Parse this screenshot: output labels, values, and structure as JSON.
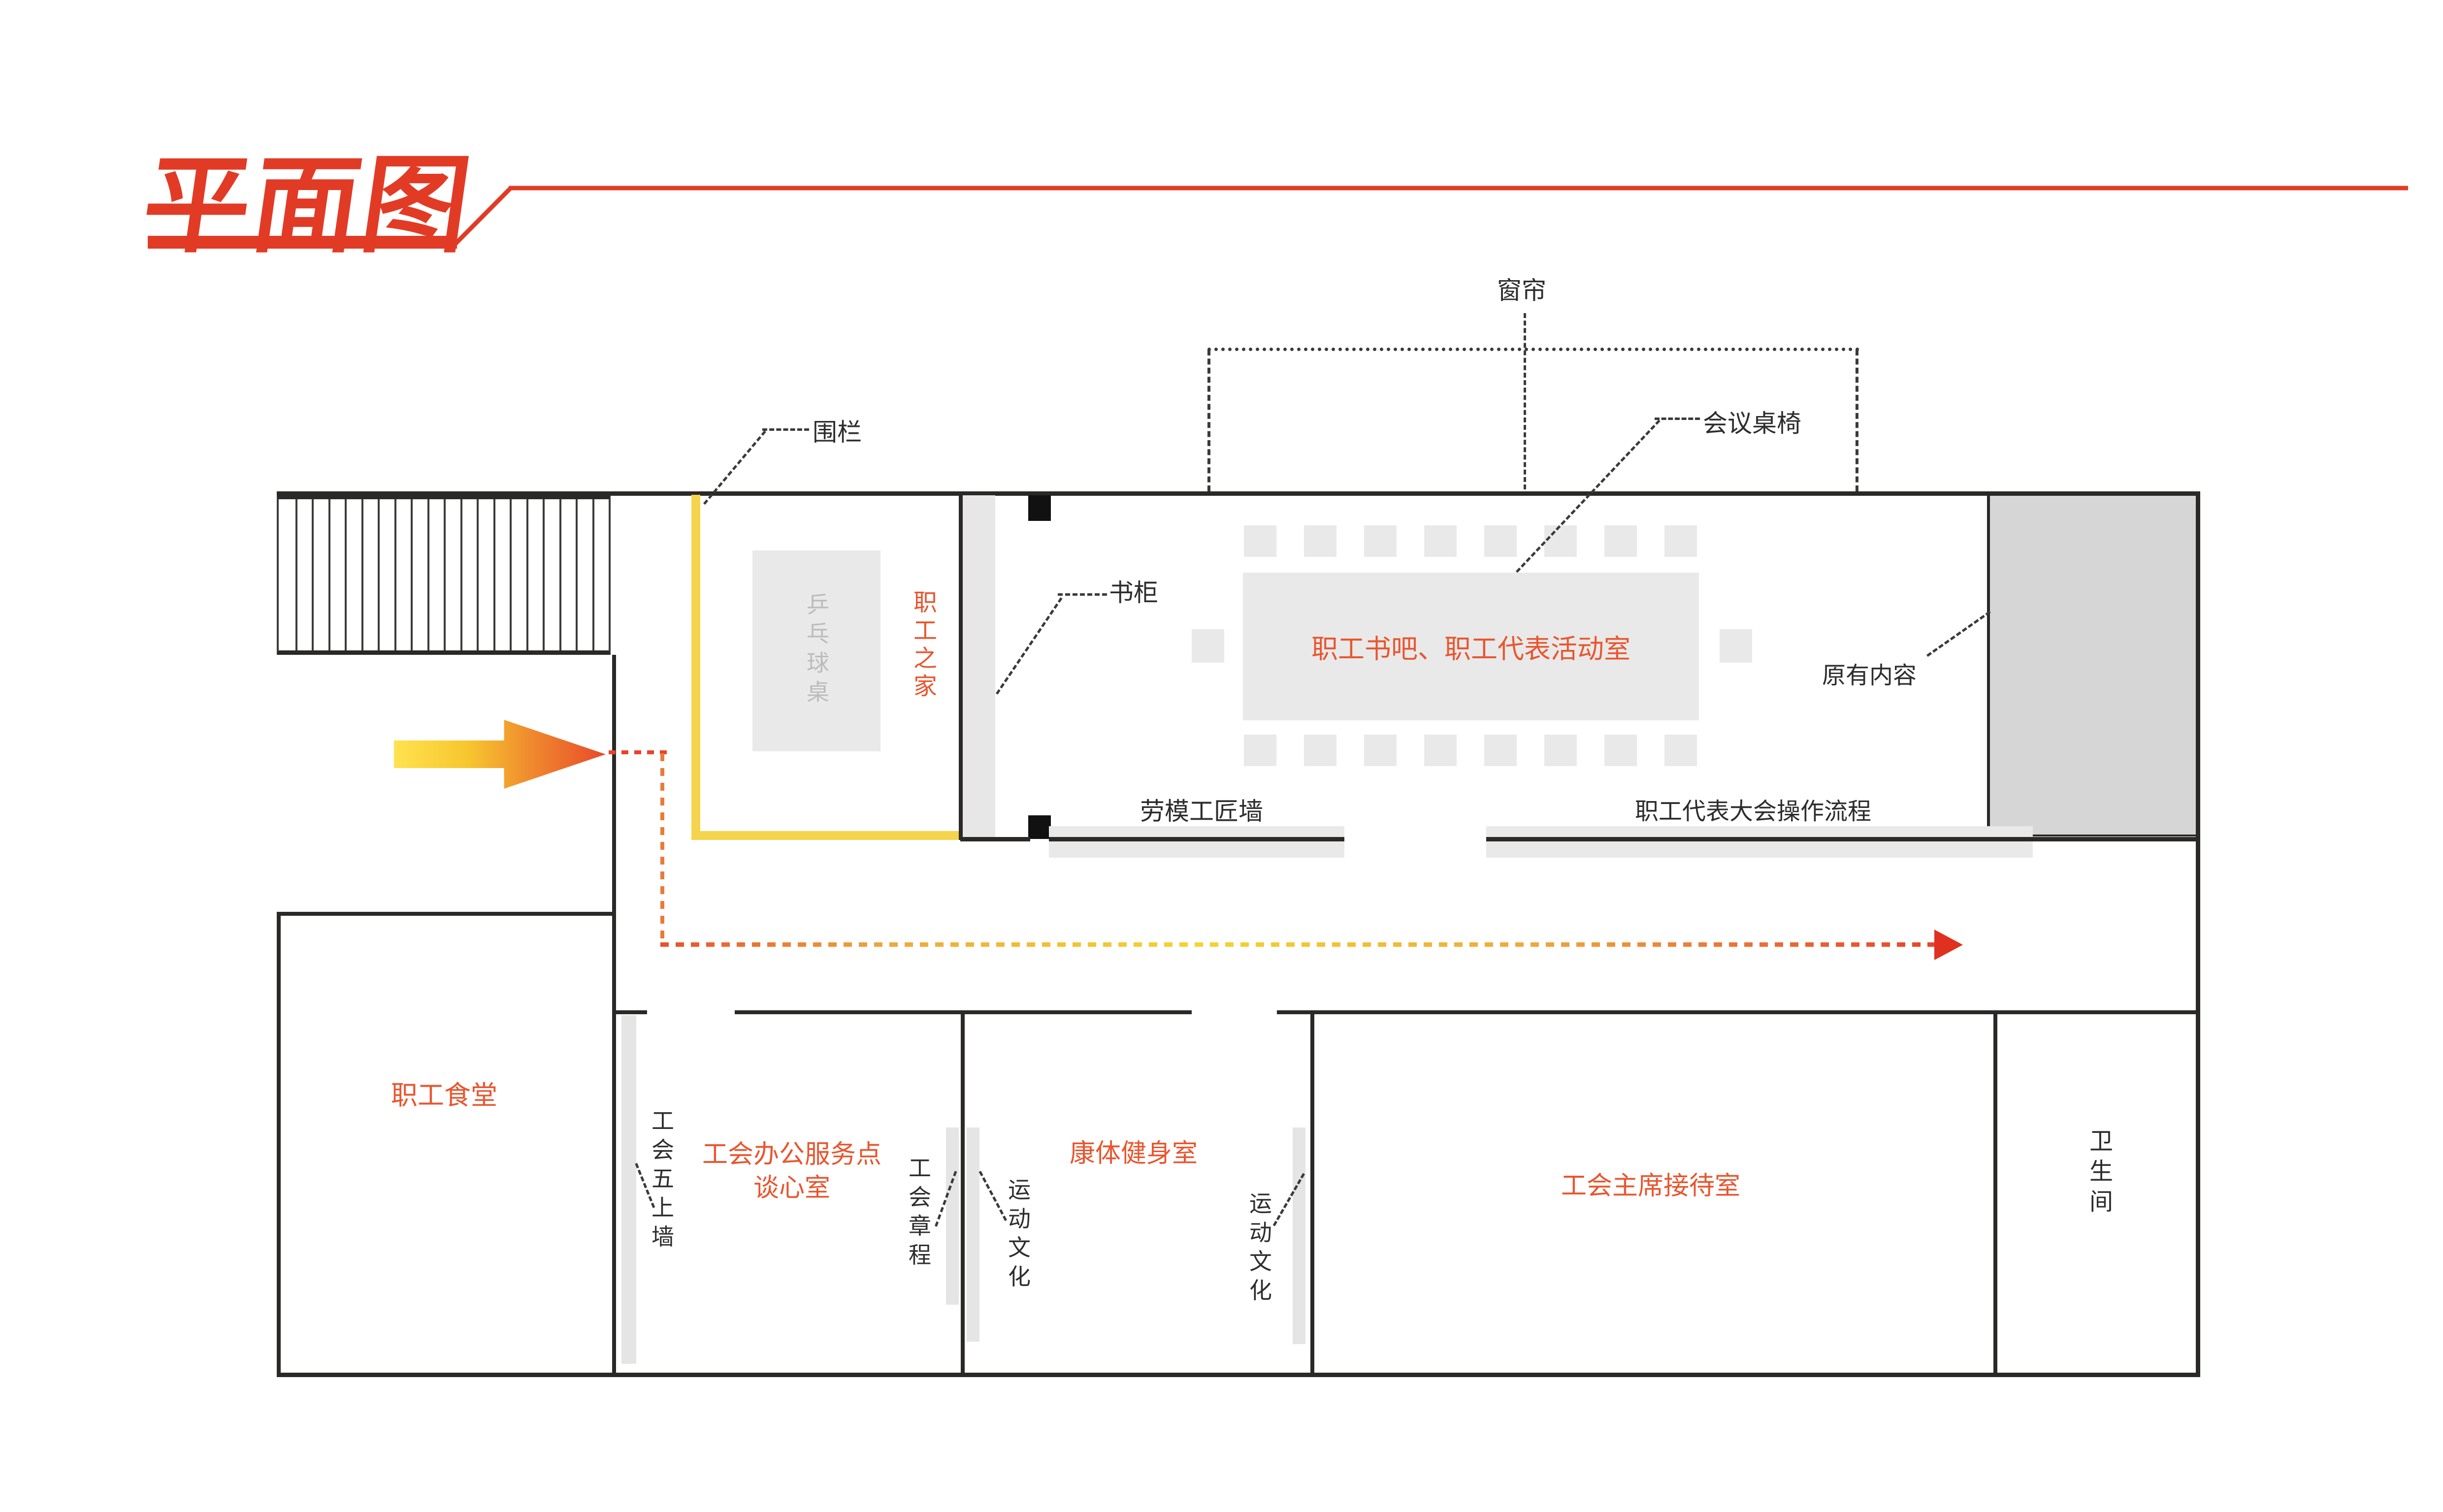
{
  "title": {
    "text": "平面图"
  },
  "colors": {
    "accent_red": "#E23B25",
    "label_orange": "#E8562F",
    "wall_black": "#2B2927",
    "fence_yellow": "#F5D44D",
    "furniture_gray": "#E9E9E9",
    "original_block_gray": "#D6D6D6",
    "route_red": "#E8432C",
    "route_yellow": "#F5D42E"
  },
  "icons": {
    "entry_arrow": "right-arrow-gradient",
    "route_arrowhead": "right-arrowhead-red"
  },
  "upper_area": {
    "fence_label": "围栏",
    "pingpong_table_label": "乒乓球桌",
    "staff_home_label": "职工之家",
    "bookcase_label": "书柜",
    "curtain_label": "窗帘",
    "meeting_furniture_label": "会议桌椅",
    "main_room_label": "职工书吧、职工代表活动室",
    "original_content_label": "原有内容",
    "model_worker_wall_label": "劳模工匠墙",
    "congress_process_label": "职工代表大会操作流程"
  },
  "lower_area": {
    "canteen_label": "职工食堂",
    "union_five_wall_label": "工会五上墙",
    "office_service_line1": "工会办公服务点",
    "office_service_line2": "谈心室",
    "union_charter_label": "工会章程",
    "sports_culture_label_1": "运动文化",
    "fitness_room_label": "康体健身室",
    "sports_culture_label_2": "运动文化",
    "chairman_reception_label": "工会主席接待室",
    "restroom_label": "卫生间"
  },
  "stairs": {
    "tread_count": 19
  },
  "conference": {
    "top_chairs": 8,
    "bottom_chairs": 8,
    "side_chairs": 2
  }
}
